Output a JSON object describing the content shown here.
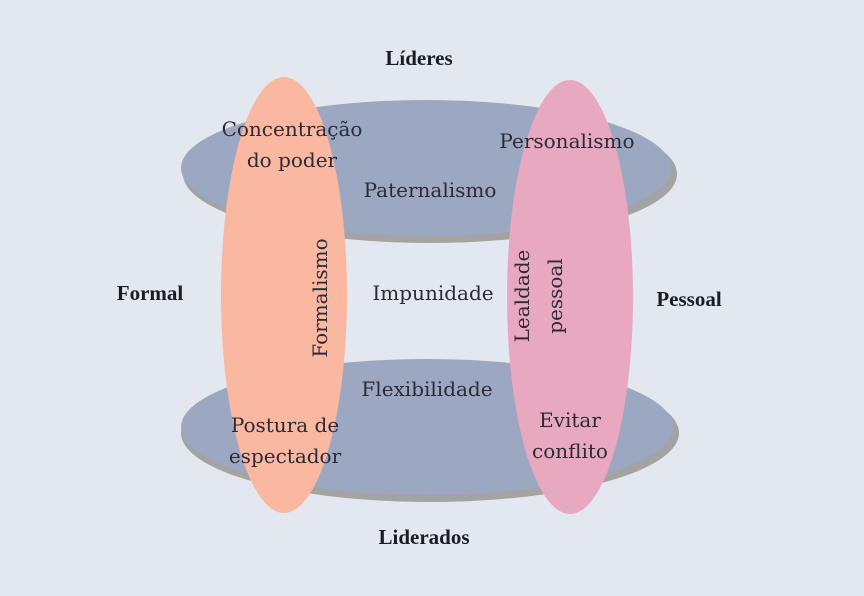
{
  "axes": {
    "top": "Líderes",
    "bottom": "Liderados",
    "left": "Formal",
    "right": "Pessoal"
  },
  "traits": {
    "concentracao_line1": "Concentração",
    "concentracao_line2": "do poder",
    "personalismo": "Personalismo",
    "paternalismo": "Paternalismo",
    "formalismo": "Formalismo",
    "impunidade": "Impunidade",
    "lealdade_line1": "Lealdade",
    "lealdade_line2": "pessoal",
    "flexibilidade": "Flexibilidade",
    "postura_line1": "Postura de",
    "postura_line2": "espectador",
    "evitar_line1": "Evitar",
    "evitar_line2": "conflito"
  },
  "colors": {
    "background": "#e2e7f0",
    "disc_fill": "#9ca8c2",
    "disc_shadow": "#a3a3a3",
    "left_ellipse": "#fbb8a0",
    "right_ellipse": "#e8a9c0"
  }
}
